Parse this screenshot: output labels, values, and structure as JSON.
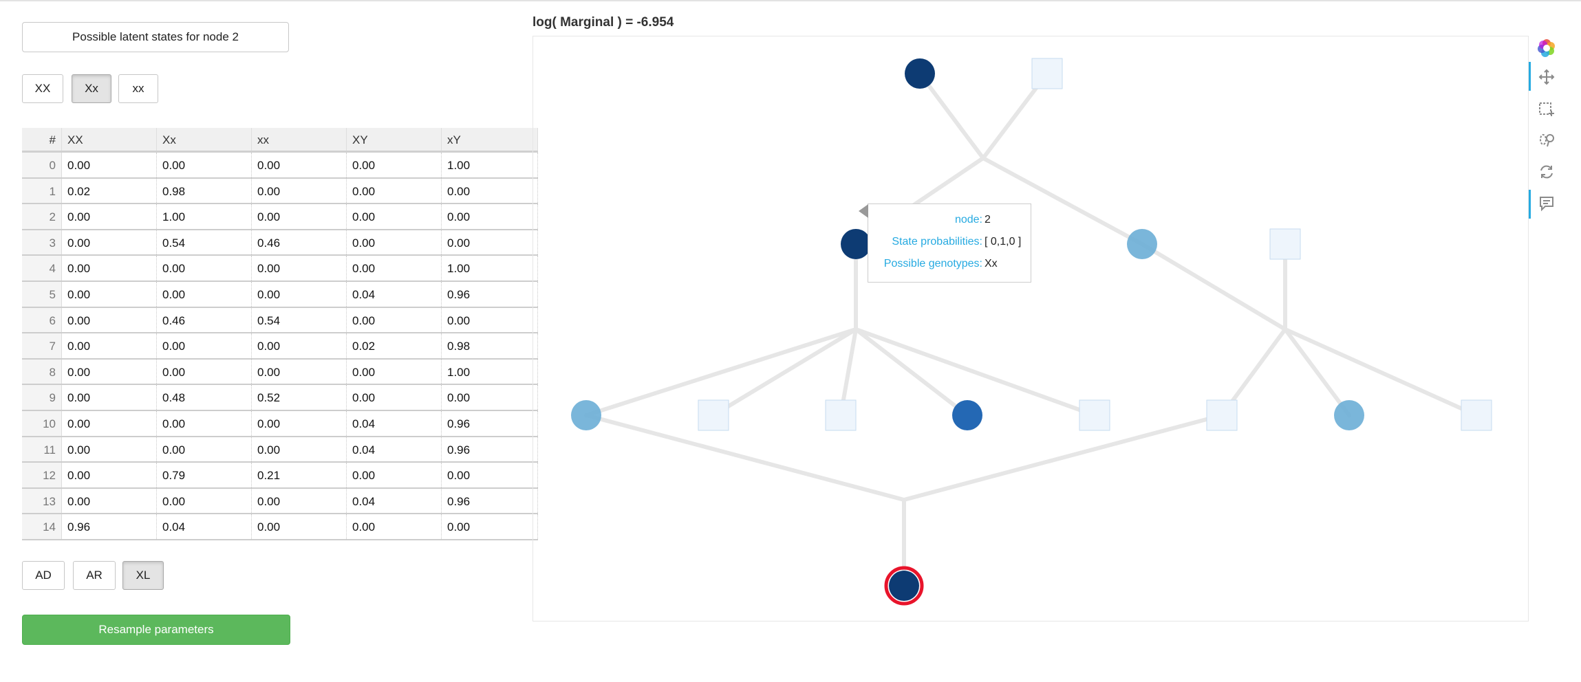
{
  "panel": {
    "title": "Possible latent states for node 2",
    "genotype_buttons": [
      {
        "label": "XX",
        "active": false
      },
      {
        "label": "Xx",
        "active": true
      },
      {
        "label": "xx",
        "active": false
      }
    ],
    "mode_buttons": [
      {
        "label": "AD",
        "active": false
      },
      {
        "label": "AR",
        "active": false
      },
      {
        "label": "XL",
        "active": true
      }
    ],
    "resample_label": "Resample parameters"
  },
  "table": {
    "headers": [
      "#",
      "XX",
      "Xx",
      "xx",
      "XY",
      "xY"
    ],
    "rows": [
      [
        "0",
        "0.00",
        "0.00",
        "0.00",
        "0.00",
        "1.00"
      ],
      [
        "1",
        "0.02",
        "0.98",
        "0.00",
        "0.00",
        "0.00"
      ],
      [
        "2",
        "0.00",
        "1.00",
        "0.00",
        "0.00",
        "0.00"
      ],
      [
        "3",
        "0.00",
        "0.54",
        "0.46",
        "0.00",
        "0.00"
      ],
      [
        "4",
        "0.00",
        "0.00",
        "0.00",
        "0.00",
        "1.00"
      ],
      [
        "5",
        "0.00",
        "0.00",
        "0.00",
        "0.04",
        "0.96"
      ],
      [
        "6",
        "0.00",
        "0.46",
        "0.54",
        "0.00",
        "0.00"
      ],
      [
        "7",
        "0.00",
        "0.00",
        "0.00",
        "0.02",
        "0.98"
      ],
      [
        "8",
        "0.00",
        "0.00",
        "0.00",
        "0.00",
        "1.00"
      ],
      [
        "9",
        "0.00",
        "0.48",
        "0.52",
        "0.00",
        "0.00"
      ],
      [
        "10",
        "0.00",
        "0.00",
        "0.00",
        "0.04",
        "0.96"
      ],
      [
        "11",
        "0.00",
        "0.00",
        "0.00",
        "0.04",
        "0.96"
      ],
      [
        "12",
        "0.00",
        "0.79",
        "0.21",
        "0.00",
        "0.00"
      ],
      [
        "13",
        "0.00",
        "0.00",
        "0.00",
        "0.04",
        "0.96"
      ],
      [
        "14",
        "0.96",
        "0.04",
        "0.00",
        "0.00",
        "0.00"
      ]
    ]
  },
  "plot": {
    "title": "log( Marginal ) = -6.954",
    "tooltip": {
      "node_key": "node:",
      "node_val": "2",
      "prob_key": "State probabilities:",
      "prob_val": "[ 0,1,0 ]",
      "geno_key": "Possible genotypes:",
      "geno_val": "Xx"
    },
    "colors": {
      "dark": "#0d3b73",
      "medium": "#2468b4",
      "light": "#6baed6",
      "square_fill": "#eef5fc",
      "square_stroke": "#c6dbef",
      "edge": "#e6e6e6",
      "highlight": "#e8142b"
    }
  },
  "toolbar": {
    "icons": [
      "bokeh-logo-icon",
      "pan-icon",
      "box-select-icon",
      "lasso-select-icon",
      "reset-icon",
      "hover-icon"
    ]
  }
}
